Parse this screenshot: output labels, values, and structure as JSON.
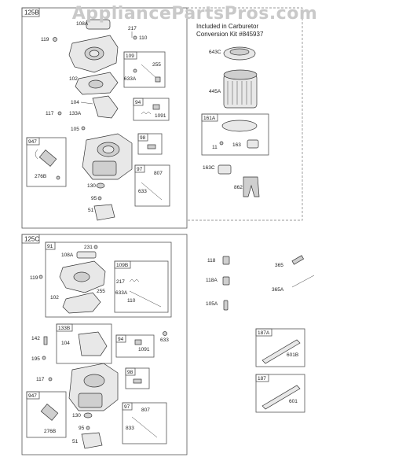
{
  "watermark": "AppliancePartsPros.com",
  "groups": {
    "g125b": "125B",
    "g125c": "125C",
    "g109": "109",
    "g94": "94",
    "g98": "98",
    "g97": "97",
    "g947": "947",
    "g161a": "161A",
    "g91": "91",
    "g109b": "109B",
    "g133b": "133B",
    "g94b": "94",
    "g98b": "98",
    "g97b": "97",
    "g947b": "947",
    "g187a": "187A",
    "g187": "187"
  },
  "kit": {
    "line1": "Included in Carburetor",
    "line2": "Conversion Kit #845937"
  },
  "labels": {
    "p108a": "108A",
    "p217": "217",
    "p119": "119",
    "p110": "110",
    "p255": "255",
    "p633a": "633A",
    "p102": "102",
    "p104": "104",
    "p117": "117",
    "p133a": "133A",
    "p105": "105",
    "p1091": "1091",
    "p276b": "276B",
    "p807": "807",
    "p633": "633",
    "p130": "130",
    "p95": "95",
    "p51": "51",
    "p643c": "643C",
    "p445a": "445A",
    "p11": "11",
    "p163": "163",
    "p163c": "163C",
    "p862": "862",
    "q231": "231",
    "q108a": "108A",
    "q119": "119",
    "q102": "102",
    "q217": "217",
    "q633a": "633A",
    "q255": "255",
    "q110": "110",
    "q142": "142",
    "q104": "104",
    "q195": "195",
    "q1091": "1091",
    "q633": "633",
    "q117": "117",
    "q276b": "276B",
    "q130": "130",
    "q95": "95",
    "q51": "51",
    "q807": "807",
    "q833": "833",
    "r118": "118",
    "r365": "365",
    "r118a": "118A",
    "r365a": "365A",
    "r105a": "105A",
    "r601b": "601B",
    "r601": "601"
  }
}
